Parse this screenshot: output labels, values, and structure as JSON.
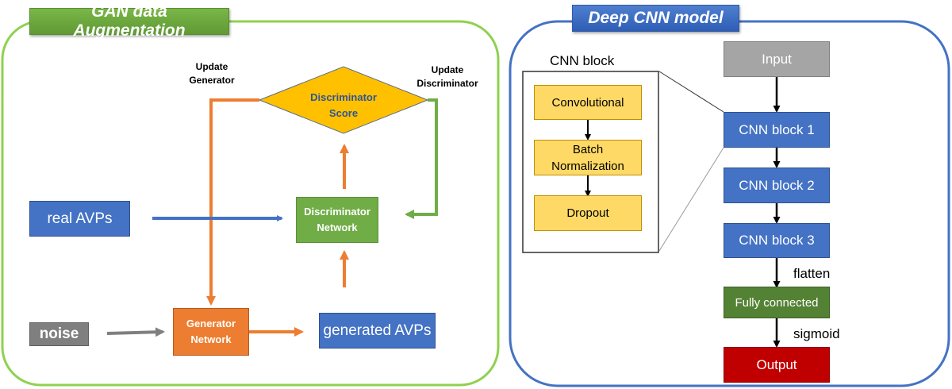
{
  "gan_panel": {
    "title": "GAN data Augmentation",
    "accent_color": "#7ab648",
    "real_input": "real AVPs",
    "noise_input": "noise",
    "generator": "Generator Network",
    "generated_output": "generated AVPs",
    "discriminator": "Discriminator Network",
    "score": "Discriminator Score",
    "update_generator_label": "Update Generator",
    "update_discriminator_label": "Update Discriminator"
  },
  "cnn_panel": {
    "title": "Deep CNN model",
    "accent_color": "#4472c4",
    "block_detail": {
      "title": "CNN block",
      "layers": [
        "Convolutional",
        "Batch Normalization",
        "Dropout"
      ]
    },
    "pipeline": {
      "input": "Input",
      "blocks": [
        "CNN block 1",
        "CNN block 2",
        "CNN block 3"
      ],
      "flatten_label": "flatten",
      "fully_connected": "Fully connected",
      "sigmoid_label": "sigmoid",
      "output": "Output"
    }
  }
}
